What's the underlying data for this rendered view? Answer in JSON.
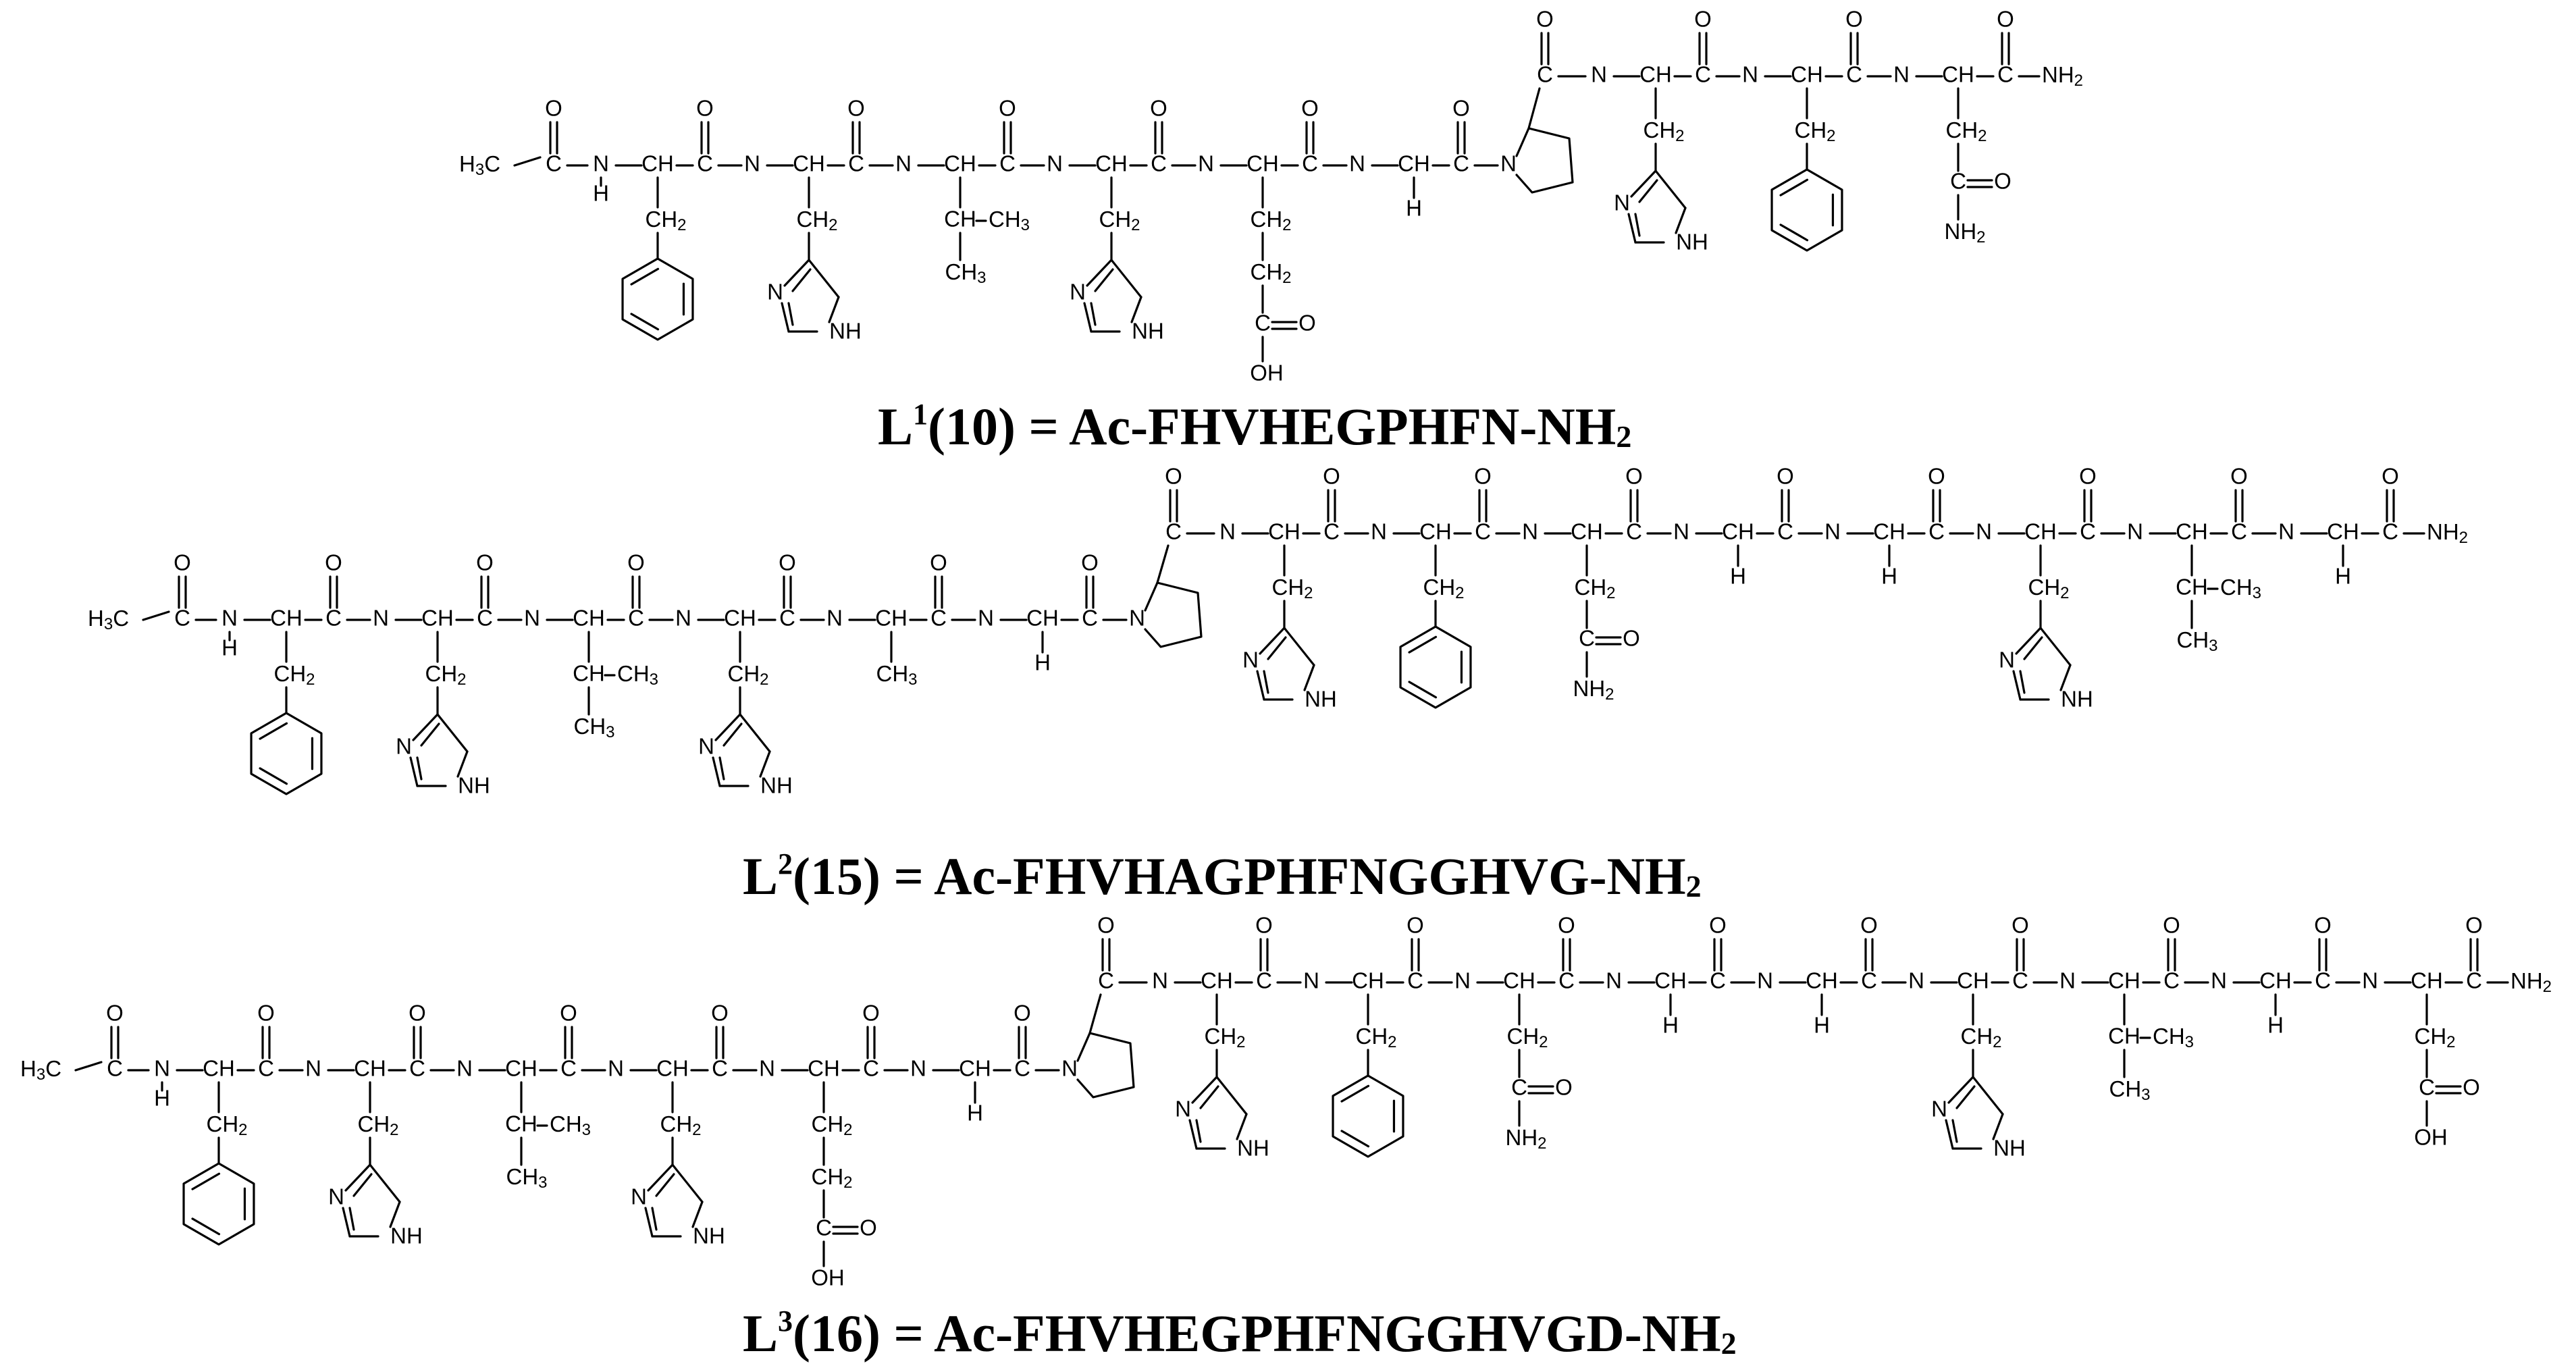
{
  "peptides": [
    {
      "key": "L1",
      "formula": {
        "letter": "L",
        "index": "1",
        "label": "(10) = Ac-FHVHEGPHFN-NH",
        "subscript": "2"
      },
      "residues": [
        "F",
        "H",
        "V",
        "H",
        "E",
        "G",
        "P",
        "H",
        "F",
        "N"
      ]
    },
    {
      "key": "L2",
      "formula": {
        "letter": "L",
        "index": "2",
        "label": "(15) = Ac-FHVHAGPHFNGGHVG-NH",
        "subscript": "2"
      },
      "residues": [
        "F",
        "H",
        "V",
        "H",
        "A",
        "G",
        "P",
        "H",
        "F",
        "N",
        "G",
        "G",
        "H",
        "V",
        "G"
      ]
    },
    {
      "key": "L3",
      "formula": {
        "letter": "L",
        "index": "3",
        "label": "(16) = Ac-FHVHEGPHFNGGHVGD-NH",
        "subscript": "2"
      },
      "residues": [
        "F",
        "H",
        "V",
        "H",
        "E",
        "G",
        "P",
        "H",
        "F",
        "N",
        "G",
        "G",
        "H",
        "V",
        "G",
        "D"
      ]
    }
  ],
  "atom_labels": {
    "acetyl": "H3C",
    "carbonyl_o": "O",
    "amide_n": "N",
    "h": "H",
    "ch": "CH",
    "c": "C",
    "ch2": "CH2",
    "ch3": "CH3",
    "oh": "OH",
    "nh": "NH",
    "nh2": "NH2",
    "terminal_amide": "NH2"
  }
}
